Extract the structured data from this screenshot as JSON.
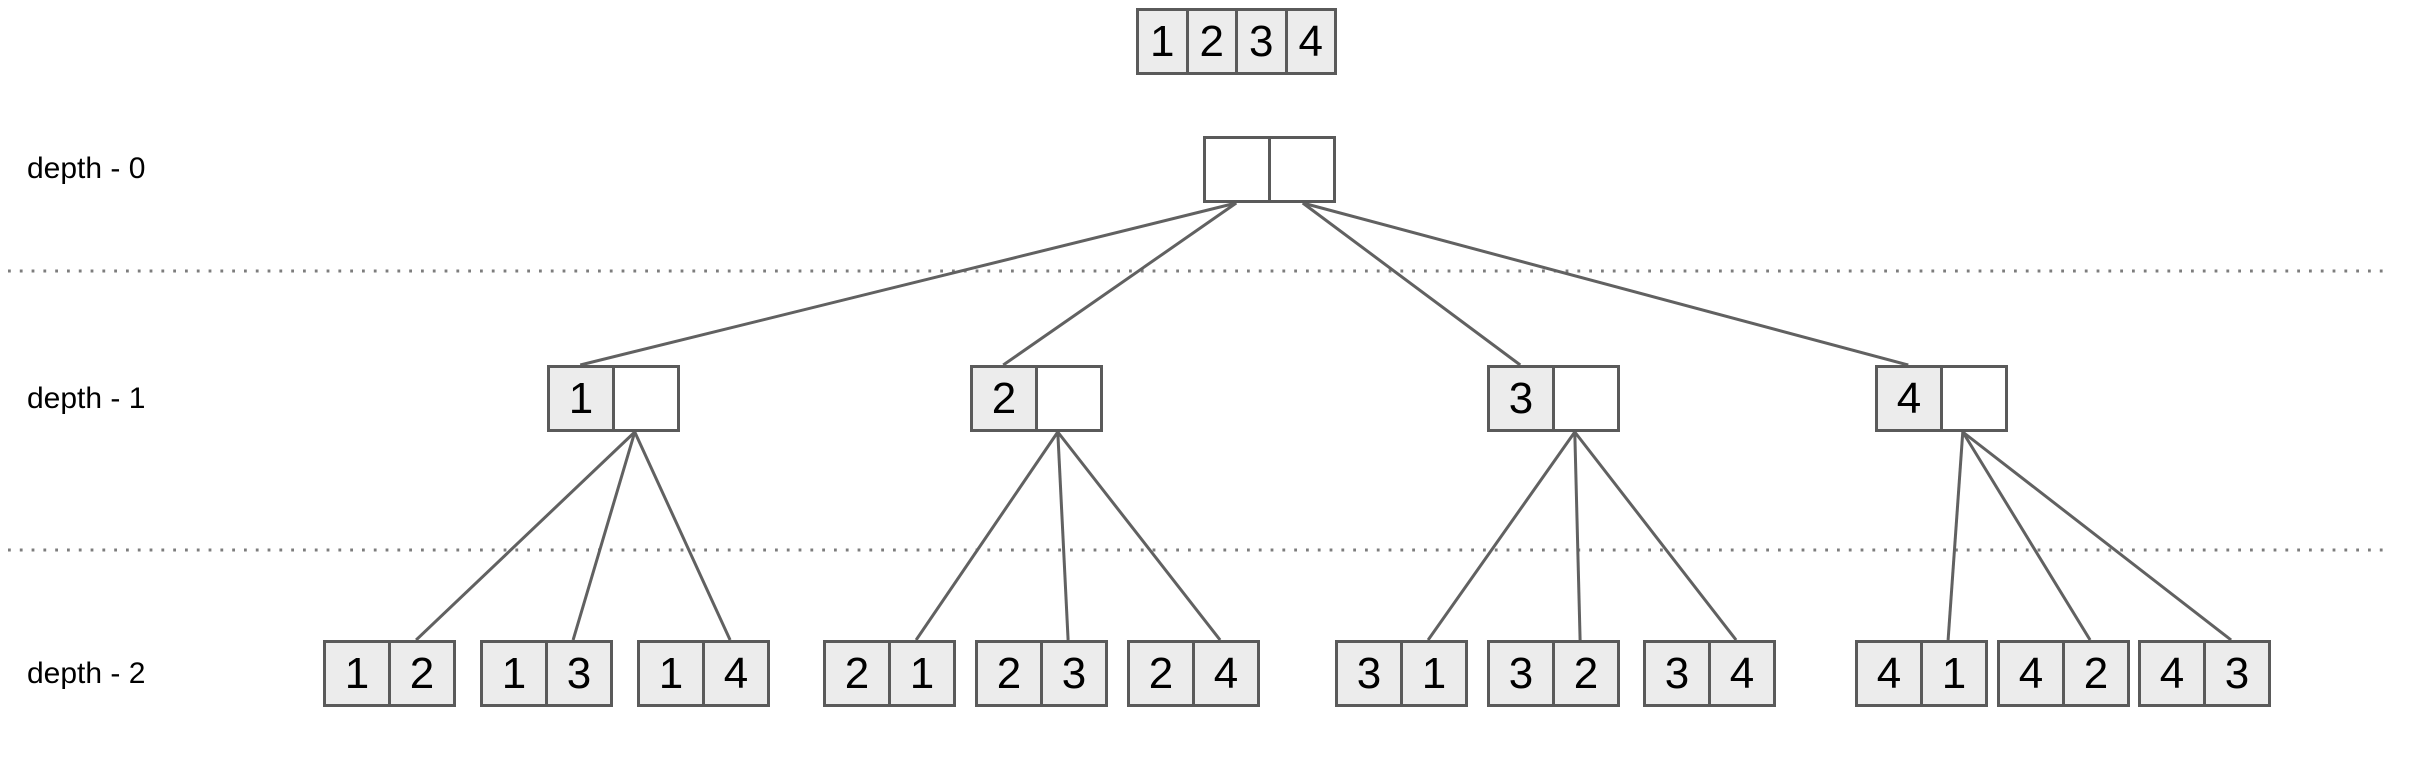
{
  "colors": {
    "cell_fill": "#ececec",
    "cell_empty_fill": "#ffffff",
    "border": "#5a5a5a",
    "edge": "#616161",
    "dotted_line": "#7d7d7d",
    "text": "#000000",
    "background": "#ffffff"
  },
  "depth_labels": [
    {
      "text": "depth - 0"
    },
    {
      "text": "depth - 1"
    },
    {
      "text": "depth - 2"
    }
  ],
  "array_box": {
    "cells": [
      "1",
      "2",
      "3",
      "4"
    ]
  },
  "tree": {
    "root": {
      "id": "root",
      "cells": [
        "",
        ""
      ]
    },
    "root_children": [
      "n1",
      "n2",
      "n3",
      "n4"
    ],
    "depth1": [
      {
        "id": "n1",
        "cells": [
          "1",
          ""
        ]
      },
      {
        "id": "n2",
        "cells": [
          "2",
          ""
        ]
      },
      {
        "id": "n3",
        "cells": [
          "3",
          ""
        ]
      },
      {
        "id": "n4",
        "cells": [
          "4",
          ""
        ]
      }
    ],
    "depth2": [
      {
        "id": "n12",
        "parent": "n1",
        "cells": [
          "1",
          "2"
        ]
      },
      {
        "id": "n13",
        "parent": "n1",
        "cells": [
          "1",
          "3"
        ]
      },
      {
        "id": "n14",
        "parent": "n1",
        "cells": [
          "1",
          "4"
        ]
      },
      {
        "id": "n21",
        "parent": "n2",
        "cells": [
          "2",
          "1"
        ]
      },
      {
        "id": "n23",
        "parent": "n2",
        "cells": [
          "2",
          "3"
        ]
      },
      {
        "id": "n24",
        "parent": "n2",
        "cells": [
          "2",
          "4"
        ]
      },
      {
        "id": "n31",
        "parent": "n3",
        "cells": [
          "3",
          "1"
        ]
      },
      {
        "id": "n32",
        "parent": "n3",
        "cells": [
          "3",
          "2"
        ]
      },
      {
        "id": "n34",
        "parent": "n3",
        "cells": [
          "3",
          "4"
        ]
      },
      {
        "id": "n41",
        "parent": "n4",
        "cells": [
          "4",
          "1"
        ]
      },
      {
        "id": "n42",
        "parent": "n4",
        "cells": [
          "4",
          "2"
        ]
      },
      {
        "id": "n43",
        "parent": "n4",
        "cells": [
          "4",
          "3"
        ]
      }
    ]
  }
}
